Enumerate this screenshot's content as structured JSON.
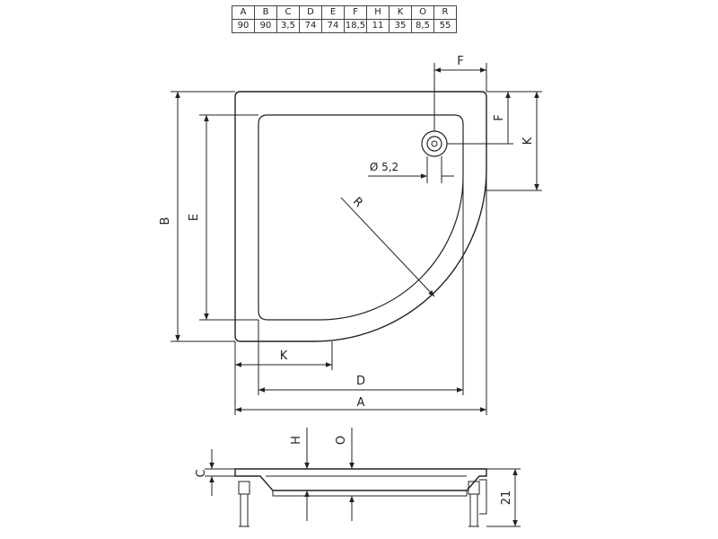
{
  "table": {
    "headers": [
      "A",
      "B",
      "C",
      "D",
      "E",
      "F",
      "H",
      "K",
      "O",
      "R"
    ],
    "values": [
      "90",
      "90",
      "3,5",
      "74",
      "74",
      "18,5",
      "11",
      "35",
      "8,5",
      "55"
    ]
  },
  "labels": {
    "A": "A",
    "B": "B",
    "C": "C",
    "D": "D",
    "E": "E",
    "F_top": "F",
    "F_side": "F",
    "H": "H",
    "K_side": "K",
    "K_bottom": "K",
    "O": "O",
    "R": "R",
    "drain": "Ø 5,2",
    "height": "21"
  }
}
